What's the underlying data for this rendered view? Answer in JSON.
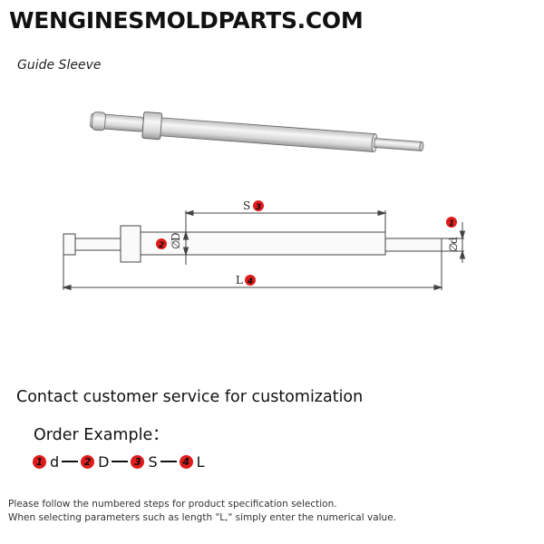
{
  "header": {
    "site_title": "WENGINESMOLDPARTS.COM"
  },
  "product": {
    "name": "Guide Sleeve"
  },
  "drawing": {
    "dimensions": [
      {
        "label": "S",
        "num": "3"
      },
      {
        "label": "D",
        "num": "2",
        "prefix": "∅"
      },
      {
        "label": "d",
        "num": "1",
        "prefix": "∅"
      },
      {
        "label": "L",
        "num": "4"
      }
    ]
  },
  "contact": {
    "text": "Contact customer service for customization"
  },
  "order": {
    "title": "Order Example：",
    "parts": [
      {
        "num": "1",
        "symbol": "d"
      },
      {
        "num": "2",
        "symbol": "D"
      },
      {
        "num": "3",
        "symbol": "S"
      },
      {
        "num": "4",
        "symbol": "L"
      }
    ]
  },
  "footnote": {
    "line1": "Please follow the numbered steps for product specification selection.",
    "line2": "When selecting parameters such as length \"L,\" simply enter the numerical value."
  },
  "colors": {
    "badge": "#e01b1b",
    "metal_light": "#f4f4f4",
    "metal_dark": "#9a9a9a"
  }
}
